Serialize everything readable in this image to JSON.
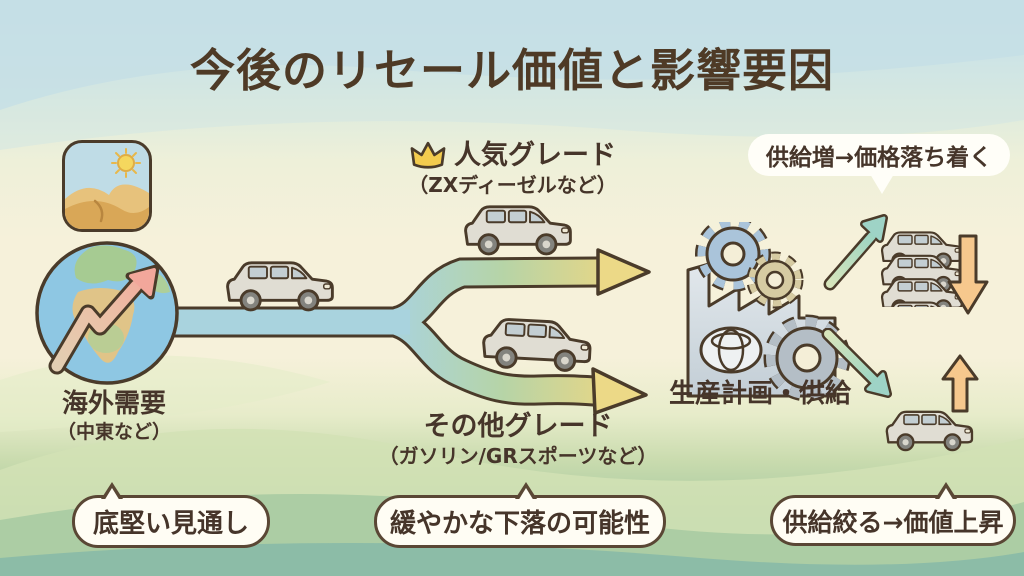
{
  "title": "今後のリセール価値と影響要因",
  "overseas": {
    "label": "海外需要",
    "sublabel": "（中東など）",
    "bubble": "底堅い見通し"
  },
  "popular_grade": {
    "label": "人気グレード",
    "sublabel": "（ZXディーゼルなど）"
  },
  "other_grade": {
    "label": "その他グレード",
    "sublabel": "（ガソリン/GRスポーツなど）",
    "bubble": "緩やかな下落の可能性"
  },
  "production": {
    "label": "生産計画・供給",
    "supply_increase_bubble": "供給増→価格落ち着く",
    "supply_restrict_bubble": "供給絞る→価値上昇"
  },
  "icons": {
    "desert": "desert-sun-icon",
    "globe": "globe-growth-arrow-icon",
    "crown": "crown-icon",
    "factory": "toyota-factory-gears-icon",
    "car": "suv-car-icon"
  },
  "colors": {
    "title_text": "#4e3a26",
    "label_text": "#46352a",
    "outline": "#4a3b2a",
    "bubble_bg": "#fffdf4",
    "bubble_border": "#5a4735",
    "road_blue": "#a9d3de",
    "branch_green": "#b6d4a7",
    "branch_yellow": "#e8d685",
    "pink_arrow": "#f2a79b",
    "teal_arrow": "#8fd0c4",
    "orange_arrow": "#f6c88d",
    "car_body": "#e0ddd3",
    "factory_body": "#ccd6dd",
    "gear_blue": "#aac4da",
    "gear_tan": "#d6cba2",
    "gear_gray": "#b4bec6",
    "crown_gold": "#f3cc4e"
  }
}
